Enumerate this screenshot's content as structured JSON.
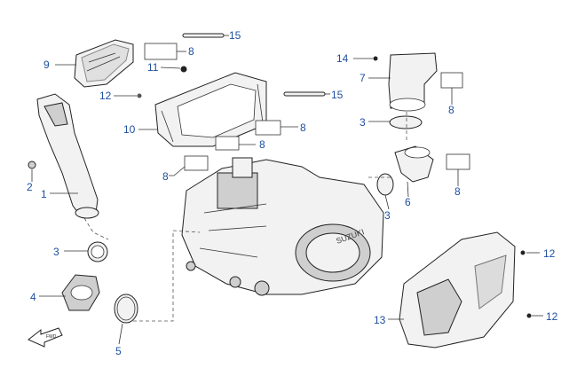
{
  "diagram": {
    "callouts": [
      {
        "id": "c15a",
        "label": "15"
      },
      {
        "id": "c8a",
        "label": "8"
      },
      {
        "id": "c9",
        "label": "9"
      },
      {
        "id": "c11",
        "label": "11"
      },
      {
        "id": "c14",
        "label": "14"
      },
      {
        "id": "c7",
        "label": "7"
      },
      {
        "id": "c8b",
        "label": "8"
      },
      {
        "id": "c12a",
        "label": "12"
      },
      {
        "id": "c15b",
        "label": "15"
      },
      {
        "id": "c10",
        "label": "10"
      },
      {
        "id": "c8c",
        "label": "8"
      },
      {
        "id": "c8d",
        "label": "8"
      },
      {
        "id": "c3a",
        "label": "3"
      },
      {
        "id": "c8e",
        "label": "8"
      },
      {
        "id": "c2",
        "label": "2"
      },
      {
        "id": "c1",
        "label": "1"
      },
      {
        "id": "c8f",
        "label": "8"
      },
      {
        "id": "c3b",
        "label": "3"
      },
      {
        "id": "c6",
        "label": "6"
      },
      {
        "id": "c3c",
        "label": "3"
      },
      {
        "id": "c12b",
        "label": "12"
      },
      {
        "id": "c4",
        "label": "4"
      },
      {
        "id": "c13",
        "label": "13"
      },
      {
        "id": "c12c",
        "label": "12"
      },
      {
        "id": "c5",
        "label": "5"
      }
    ],
    "accent_color": "#1e4fa0",
    "engine_brand": "SUZUKI",
    "direction_icon": "front-arrow-icon"
  }
}
